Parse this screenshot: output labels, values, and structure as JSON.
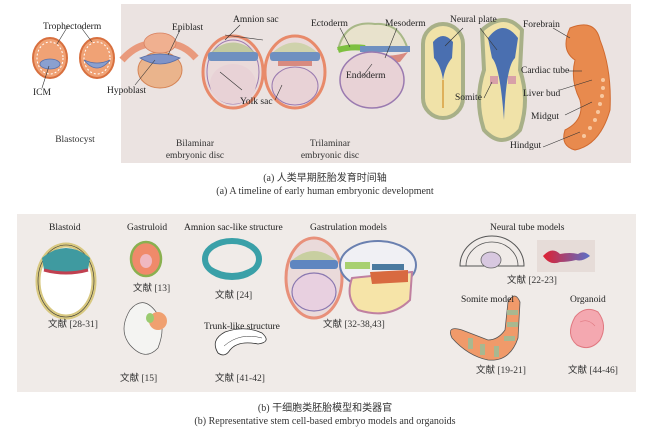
{
  "panel_a": {
    "labels": {
      "trophectoderm": "Trophectoderm",
      "icm": "ICM",
      "epiblast": "Epiblast",
      "hypoblast": "Hypoblast",
      "amnion_sac": "Amnion sac",
      "yolk_sac": "Yolk sac",
      "ectoderm": "Ectoderm",
      "mesoderm": "Mesoderm",
      "endoderm": "Endoderm",
      "neural_plate": "Neural plate",
      "somite": "Somite",
      "forebrain": "Forebrain",
      "cardiac_tube": "Cardiac tube",
      "liver_bud": "Liver bud",
      "midgut": "Midgut",
      "hindgut": "Hindgut"
    },
    "stages": {
      "blastocyst": "Blastocyst",
      "bilaminar_1": "Bilaminar",
      "bilaminar_2": "embryonic disc",
      "trilaminar_1": "Trilaminar",
      "trilaminar_2": "embryonic disc"
    },
    "caption_cn": "(a) 人类早期胚胎发育时间轴",
    "caption_en": "(a) A timeline of early human embryonic development"
  },
  "panel_b": {
    "models": {
      "blastoid": {
        "title": "Blastoid",
        "ref": "文献 [28-31]"
      },
      "gastruloid": {
        "title": "Gastruloid",
        "ref": "文献 [13]",
        "ref2": "文献 [15]"
      },
      "amnion": {
        "title": "Amnion sac-like structure",
        "ref": "文献 [24]"
      },
      "trunk": {
        "title": "Trunk-like structure",
        "ref": "文献 [41-42]"
      },
      "gastrulation": {
        "title": "Gastrulation models",
        "ref": "文献 [32-38,43]"
      },
      "neural_tube": {
        "title": "Neural tube models",
        "ref": "文献 [22-23]"
      },
      "somite": {
        "title": "Somite model",
        "ref": "文献 [19-21]"
      },
      "organoid": {
        "title": "Organoid",
        "ref": "文献 [44-46]"
      }
    },
    "caption_cn": "(b) 干细胞类胚胎模型和类器官",
    "caption_en": "(b) Representative stem cell-based embryo models and organoids"
  },
  "colors": {
    "panel_a_bg": "#ebe3e1",
    "panel_b_bg": "#f0ebe8",
    "trophectoderm": "#e8875a",
    "icm_blue": "#7f93c8",
    "amnion_green": "#b8c490",
    "yolk_pink": "#e8d2d6",
    "neural_blue": "#4a6fb0",
    "embryo_orange": "#e88a4e"
  }
}
